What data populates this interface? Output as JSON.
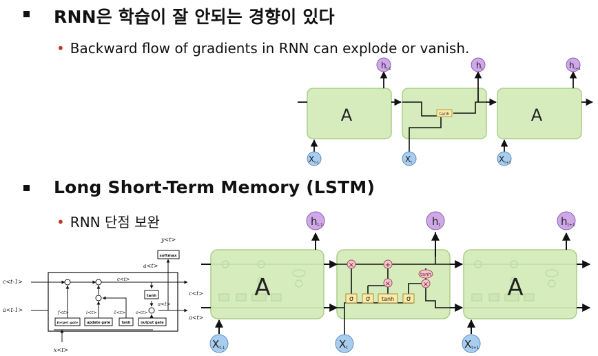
{
  "section1": {
    "title": "RNN은 학습이 잘 안되는 경향이 있다",
    "subtitle": "Backward flow of gradients in RNN can explode or vanish."
  },
  "section2": {
    "title": "Long Short-Term Memory (LSTM)",
    "subtitle": "RNN 단점 보완"
  },
  "rnn_diagram": {
    "cell_label": "A",
    "tanh": "tanh",
    "outputs": [
      "h",
      "h",
      "h"
    ],
    "output_subs": [
      "t-1",
      "t",
      "t+1"
    ],
    "inputs": [
      "X",
      "X",
      "X"
    ],
    "input_subs": [
      "t-1",
      "t",
      "t+1"
    ]
  },
  "lstm_diagram": {
    "cell_label": "A",
    "sigma": "σ",
    "tanh": "tanh",
    "times": "×",
    "plus": "+",
    "outputs": [
      "h",
      "h",
      "h"
    ],
    "output_subs": [
      "t-1",
      "t",
      "t+1"
    ],
    "inputs": [
      "X",
      "X",
      "X"
    ],
    "input_subs": [
      "t-1",
      "t",
      "t+1"
    ]
  },
  "lstm_schematic": {
    "softmax": "softmax",
    "tanh": "tanh",
    "forget_gate": "forget gate",
    "update_gate": "update gate",
    "tanh_gate": "tanh",
    "output_gate": "output gate",
    "c_prev": "c<t-1>",
    "a_prev": "a<t-1>",
    "c_next": "c<t>",
    "a_next": "a<t>",
    "x_t": "x<t>",
    "y_t": "y<t>",
    "a_t": "a<t>",
    "c_mid": "c<t>",
    "a_inner": "a<t>",
    "f_t": "f<t>",
    "i_t": "i<t>",
    "c_tilde": "c̃<t>",
    "o_t": "o<t>"
  }
}
